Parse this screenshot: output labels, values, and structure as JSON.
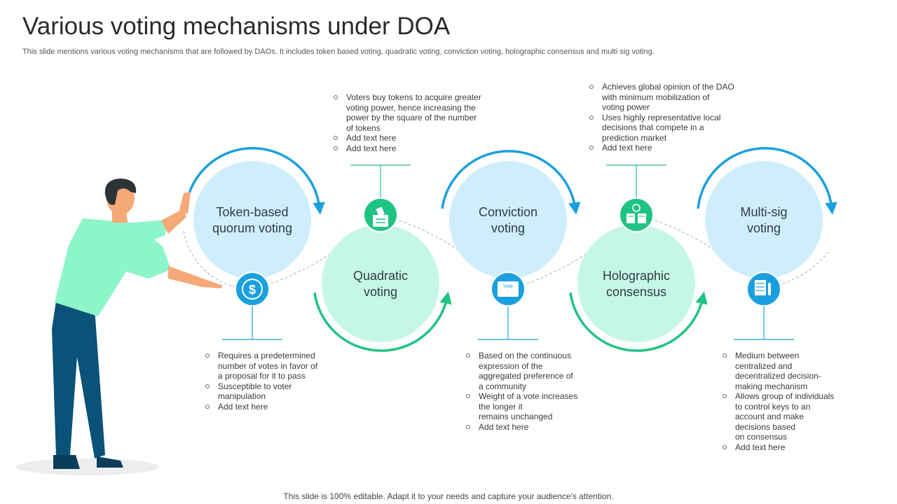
{
  "slide": {
    "title": "Various voting mechanisms under DOA",
    "subtitle": "This slide mentions various voting mechanisms that are followed by DAOs.  It includes token based voting, quadratic voting, conviction voting, holographic consensus and multi sig voting.",
    "footer": "This slide is 100% editable. Adapt it to your needs and capture your audience's attention."
  },
  "colors": {
    "blue": "#1aa0de",
    "green": "#1fc383",
    "light_blue": "#cfeefb",
    "light_green": "#c6f7e4",
    "figure_shirt": "#8cf5c9",
    "figure_pants": "#0a5278"
  },
  "mechanisms": [
    {
      "label_line1": "Token-based",
      "label_line2": "quorum voting",
      "icon": "dollar-coin-icon",
      "bullets": [
        "Requires a predetermined",
        "number of votes in favor of",
        "a proposal for it to pass",
        "Susceptible to voter",
        "manipulation",
        "Add text here"
      ]
    },
    {
      "label_line1": "Quadratic",
      "label_line2": "voting",
      "icon": "ballot-box-icon",
      "bullets": [
        "Voters buy tokens to acquire greater",
        "voting power, hence increasing the",
        "power by the square of the number",
        "of tokens",
        "Add text here",
        "Add text here"
      ]
    },
    {
      "label_line1": "Conviction",
      "label_line2": "voting",
      "icon": "vote-ticket-icon",
      "icon_text": "Vote",
      "bullets": [
        "Based on the continuous",
        "expression of the",
        "aggregated preference of",
        "a community",
        "Weight of a vote increases",
        "the longer it",
        "remains unchanged",
        "Add text here"
      ]
    },
    {
      "label_line1": "Holographic",
      "label_line2": "consensus",
      "icon": "approved-documents-icon",
      "bullets": [
        "Achieves global opinion of the DAO",
        "with minimum mobilization of",
        "voting power",
        "Uses highly representative local",
        "decisions that compete in a",
        "prediction market",
        "Add text here"
      ]
    },
    {
      "label_line1": "Multi-sig",
      "label_line2": "voting",
      "icon": "server-key-icon",
      "bullets": [
        "Medium between",
        "centralized and",
        "decentralized decision-",
        "making mechanism",
        "Allows group of individuals",
        "to control keys to an",
        "account and make",
        "decisions based",
        "on consensus",
        "Add text here"
      ]
    }
  ]
}
